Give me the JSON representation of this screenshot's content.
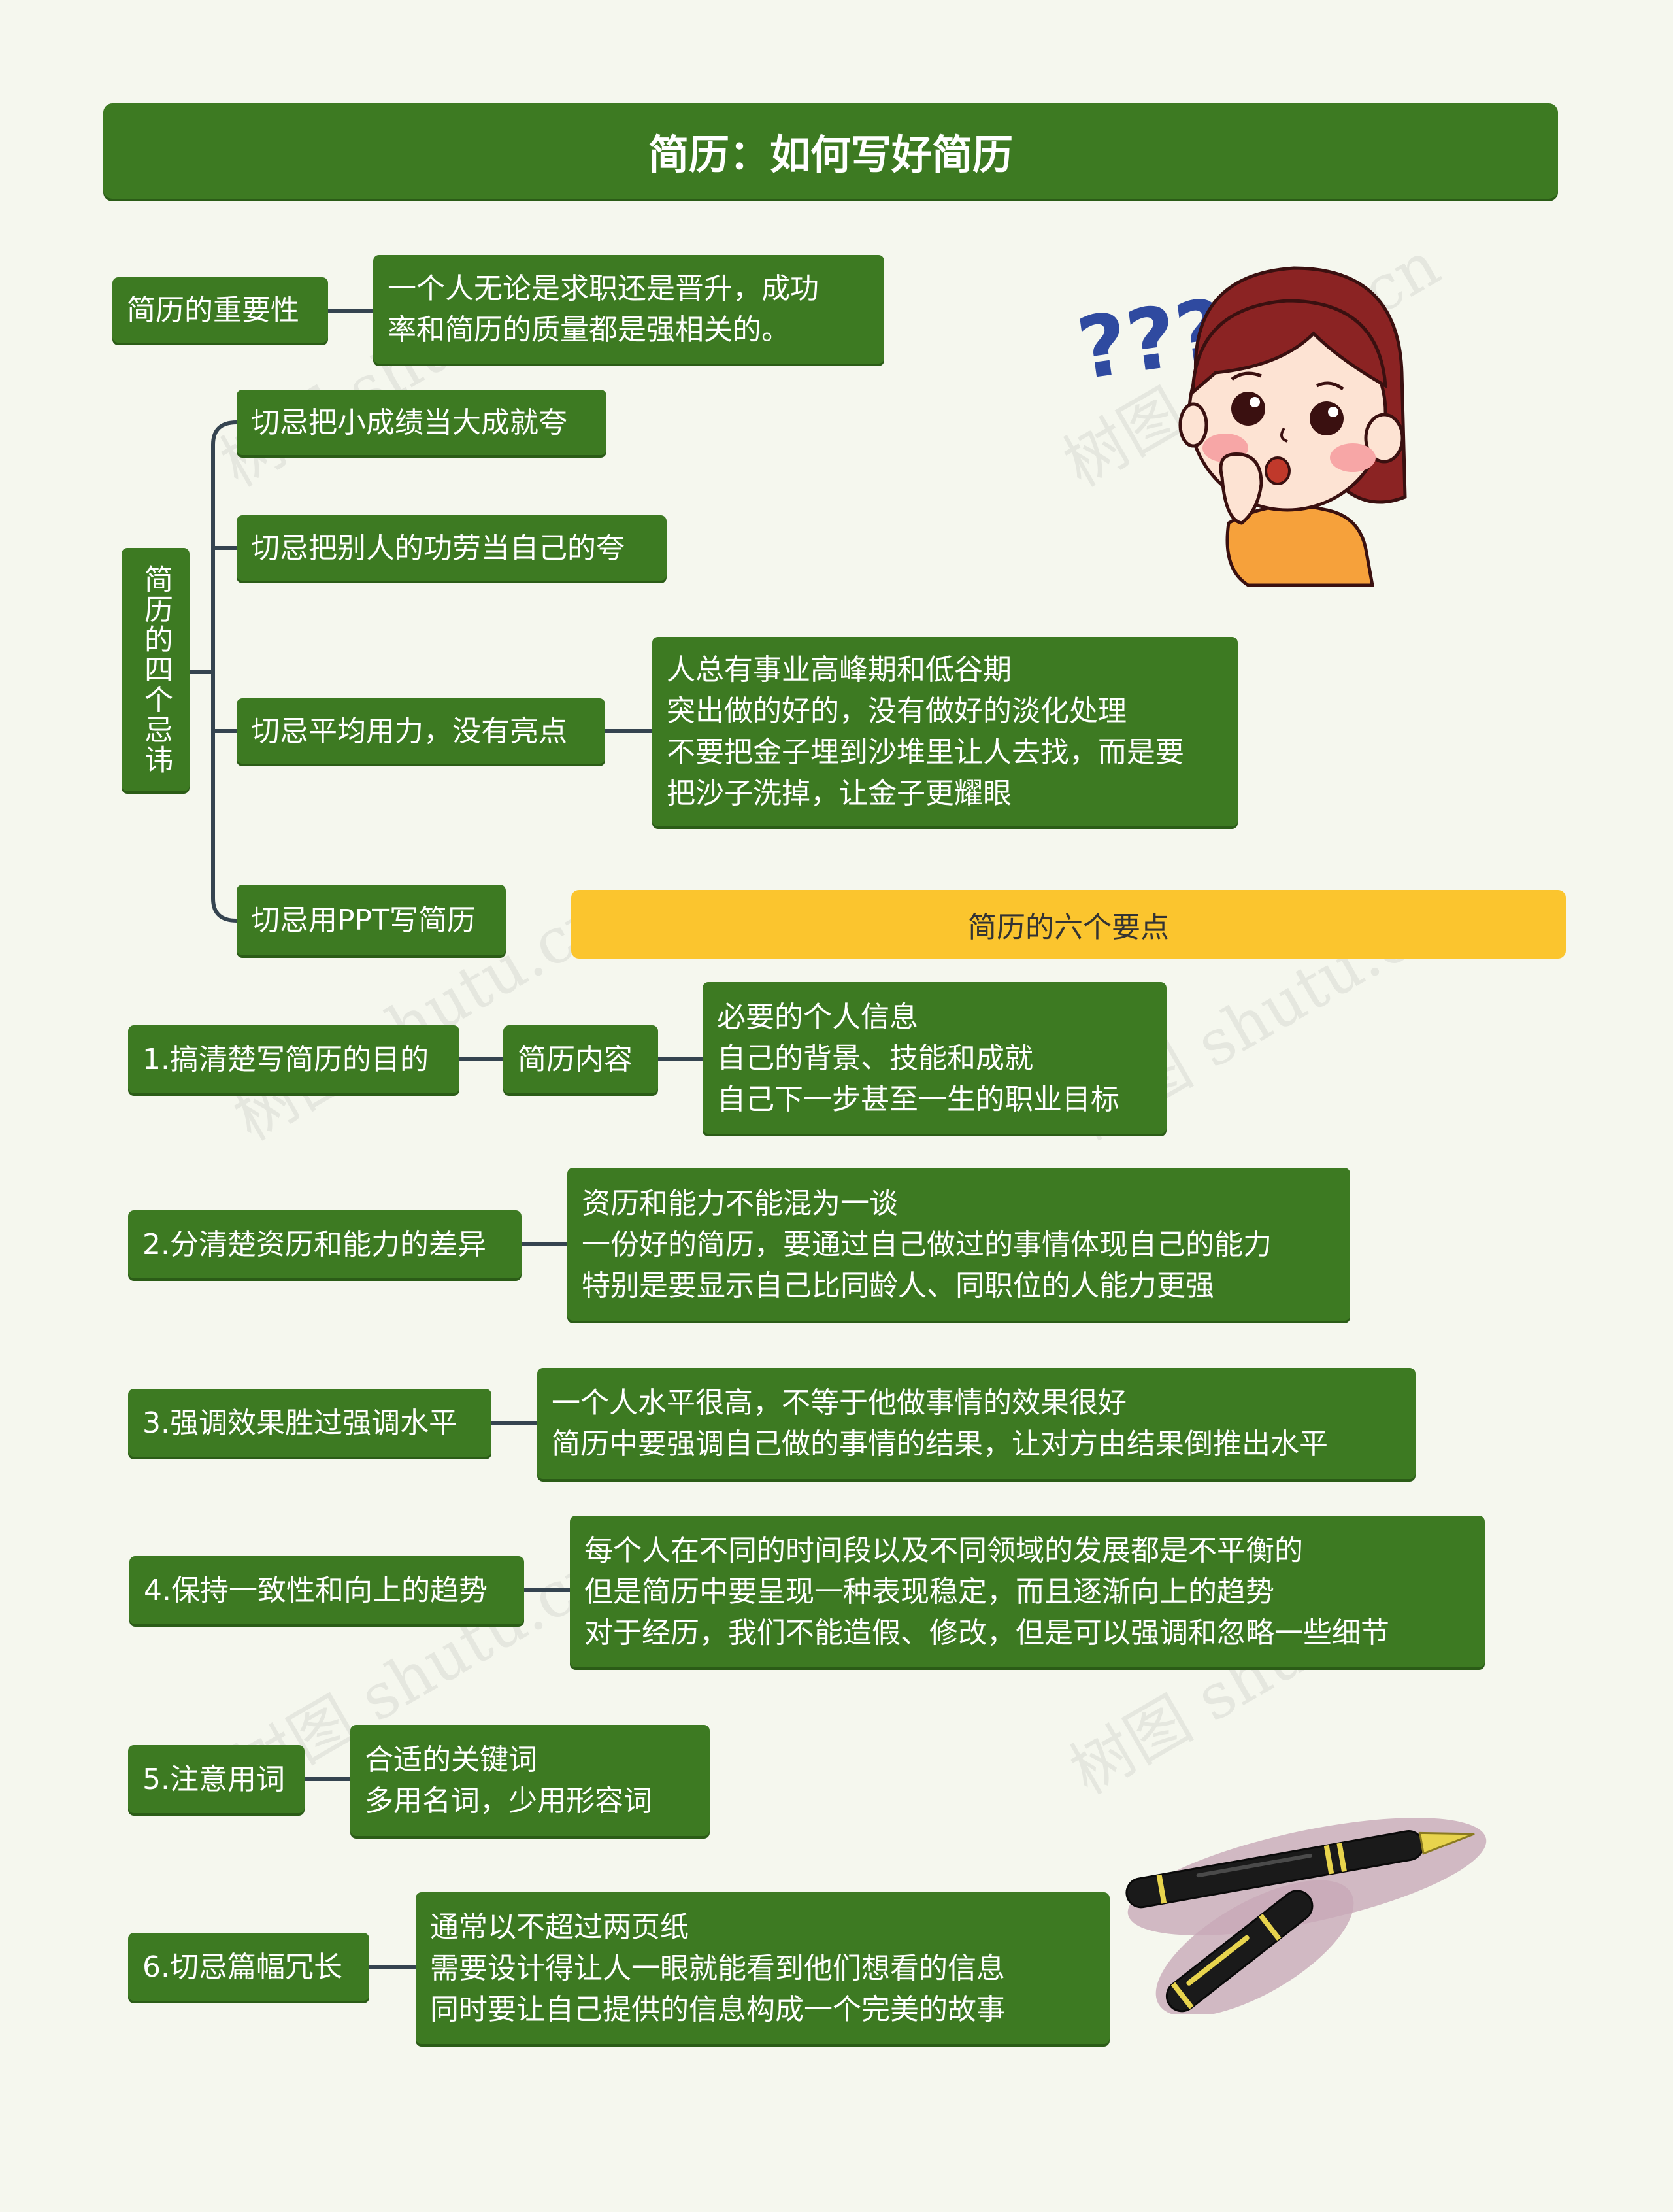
{
  "title": "简历：如何写好简历",
  "importance": {
    "label": "简历的重要性",
    "detail": [
      "一个人无论是求职还是晋升，成功",
      "率和简历的质量都是强相关的。"
    ]
  },
  "taboos": {
    "label": "简历的四个忌讳",
    "items": [
      "切忌把小成绩当大成就夸",
      "切忌把别人的功劳当自己的夸",
      "切忌平均用力，没有亮点",
      "切忌用PPT写简历"
    ],
    "detail3": [
      "人总有事业高峰期和低谷期",
      "突出做的好的，没有做好的淡化处理",
      "不要把金子埋到沙堆里让人去找，而是要",
      "把沙子洗掉，让金子更耀眼"
    ]
  },
  "banner": "简历的六个要点",
  "points": [
    {
      "label": "1.搞清楚写简历的目的",
      "mid": "简历内容",
      "lines": [
        "必要的个人信息",
        "自己的背景、技能和成就",
        "自己下一步甚至一生的职业目标"
      ]
    },
    {
      "label": "2.分清楚资历和能力的差异",
      "lines": [
        "资历和能力不能混为一谈",
        "一份好的简历，要通过自己做过的事情体现自己的能力",
        "特别是要显示自己比同龄人、同职位的人能力更强"
      ]
    },
    {
      "label": "3.强调效果胜过强调水平",
      "lines": [
        "一个人水平很高，不等于他做事情的效果很好",
        "简历中要强调自己做的事情的结果，让对方由结果倒推出水平"
      ]
    },
    {
      "label": "4.保持一致性和向上的趋势",
      "lines": [
        "每个人在不同的时间段以及不同领域的发展都是不平衡的",
        "但是简历中要呈现一种表现稳定，而且逐渐向上的趋势",
        "对于经历，我们不能造假、修改，但是可以强调和忽略一些细节"
      ]
    },
    {
      "label": "5.注意用词",
      "lines": [
        "合适的关键词",
        "多用名词，少用形容词"
      ]
    },
    {
      "label": "6.切忌篇幅冗长",
      "lines": [
        "通常以不超过两页纸",
        "需要设计得让人一眼就能看到他们想看的信息",
        "同时要让自己提供的信息构成一个完美的故事"
      ]
    }
  ],
  "decor": {
    "question_marks": "???",
    "watermark": "树图 shutu.cn"
  }
}
